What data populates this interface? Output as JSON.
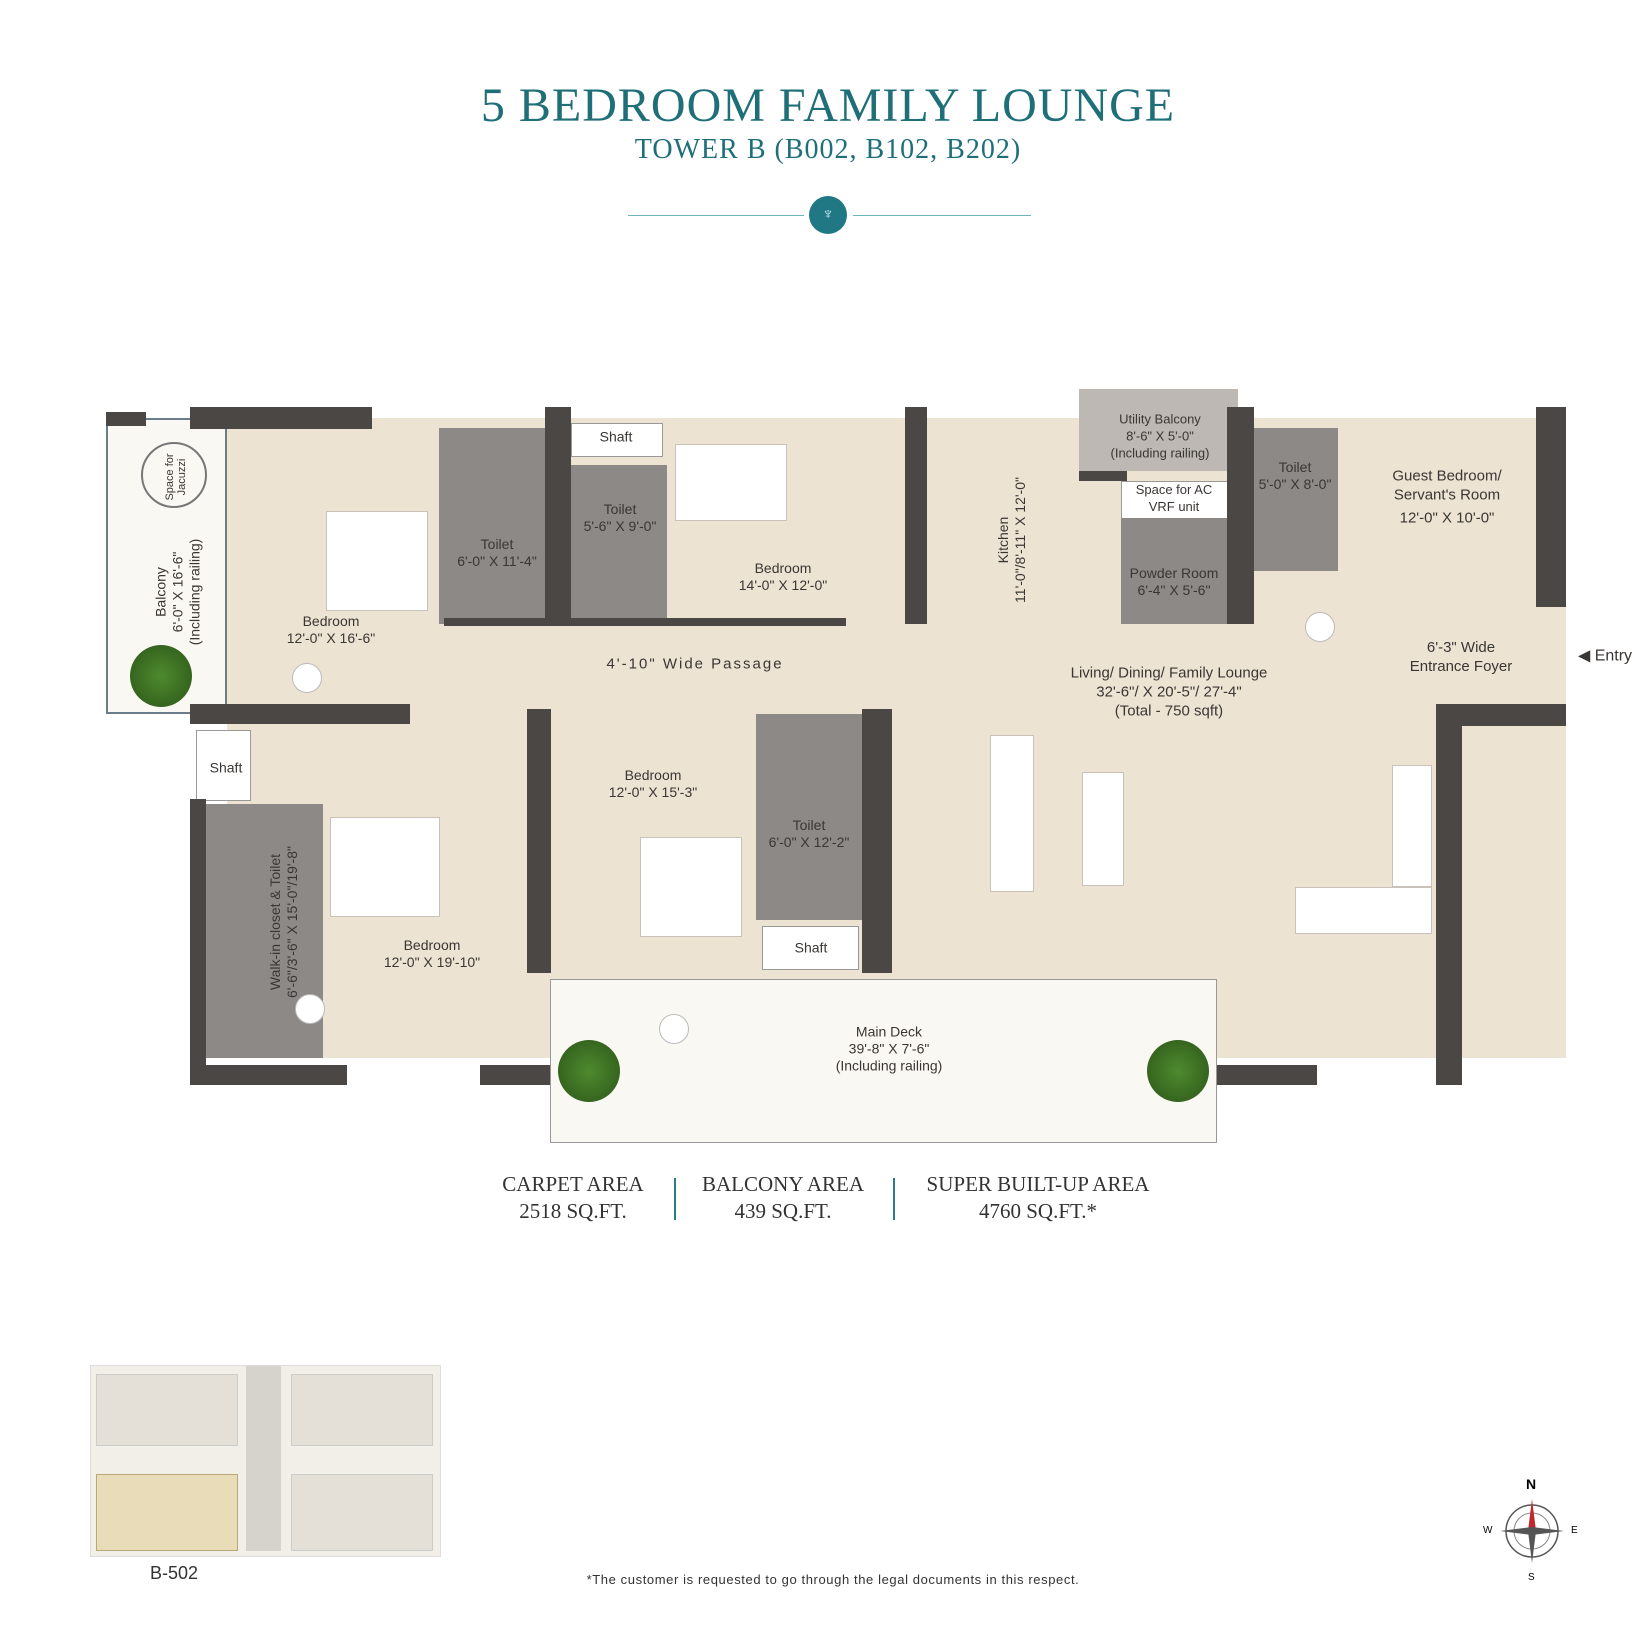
{
  "header": {
    "title": "5 BEDROOM FAMILY LOUNGE",
    "subtitle": "TOWER B (B002, B102, B202)",
    "emblem_icon": "crest-icon"
  },
  "rooms": {
    "balcony_left": {
      "name": "Balcony",
      "dims": "6'-0\" X 16'-6\"",
      "note": "(Including railing)"
    },
    "jacuzzi": "Space for Jacuzzi",
    "bedroom1": {
      "name": "Bedroom",
      "dims": "12'-0\" X 16'-6\""
    },
    "toilet1": {
      "name": "Toilet",
      "dims": "6'-0\" X 11'-4\""
    },
    "shaft1": "Shaft",
    "toilet2": {
      "name": "Toilet",
      "dims": "5'-6\" X 9'-0\""
    },
    "bedroom2": {
      "name": "Bedroom",
      "dims": "14'-0\" X 12'-0\""
    },
    "kitchen": {
      "name": "Kitchen",
      "dims": "11'-0\"/8'-11\" X 12'-0\""
    },
    "utility": {
      "name": "Utility Balcony",
      "dims": "8'-6\" X 5'-0\"",
      "note": "(Including railing)"
    },
    "ac_space": {
      "line1": "Space for AC",
      "line2": "VRF unit"
    },
    "powder": {
      "name": "Powder Room",
      "dims": "6'-4\" X 5'-6\""
    },
    "toilet3": {
      "name": "Toilet",
      "dims": "5'-0\" X 8'-0\""
    },
    "guest": {
      "line1": "Guest Bedroom/",
      "line2": "Servant's Room",
      "dims": "12'-0\" X 10'-0\""
    },
    "passage": "4'-10\" Wide Passage",
    "living": {
      "name": "Living/ Dining/ Family Lounge",
      "dims": "32'-6\"/ X 20'-5\"/ 27'-4\"",
      "note": "(Total - 750 sqft)"
    },
    "foyer": {
      "line1": "6'-3\" Wide",
      "line2": "Entrance Foyer"
    },
    "entry": "Entry",
    "shaft2": "Shaft",
    "walkin": {
      "name": "Walk-in closet & Toilet",
      "dims": "6'-6\"/3'-6\" X 15'-0\"/19'-8\""
    },
    "bedroom3": {
      "name": "Bedroom",
      "dims": "12'-0\" X 19'-10\""
    },
    "bedroom4": {
      "name": "Bedroom",
      "dims": "12'-0\" X 15'-3\""
    },
    "toilet4": {
      "name": "Toilet",
      "dims": "6'-0\" X 12'-2\""
    },
    "shaft3": "Shaft",
    "deck": {
      "name": "Main Deck",
      "dims": "39'-8\" X 7'-6\"",
      "note": "(Including railing)"
    }
  },
  "areas": [
    {
      "label": "CARPET AREA",
      "value": "2518 SQ.FT."
    },
    {
      "label": "BALCONY AREA",
      "value": "439 SQ.FT."
    },
    {
      "label": "SUPER BUILT-UP AREA",
      "value": "4760 SQ.FT.*"
    }
  ],
  "key_plan": {
    "label": "B-502"
  },
  "footnote": "*The customer is requested to go through the legal documents in this respect.",
  "compass": {
    "n": "N",
    "s": "S",
    "e": "E",
    "w": "W"
  },
  "colors": {
    "accent": "#1f6f78",
    "wall": "#4b4745",
    "floor": "#ece3d2"
  }
}
